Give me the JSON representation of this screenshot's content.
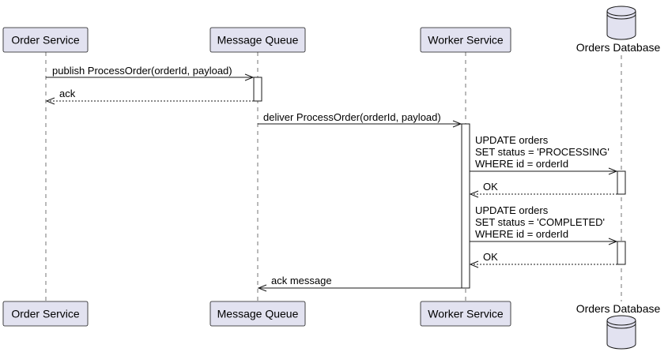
{
  "participants": {
    "order_service": "Order Service",
    "message_queue": "Message Queue",
    "worker_service": "Worker Service",
    "orders_database": "Orders Database"
  },
  "messages": {
    "m1": "publish ProcessOrder(orderId, payload)",
    "m2": "ack",
    "m3": "deliver ProcessOrder(orderId, payload)",
    "m4_line1": "UPDATE orders",
    "m4_line2": "SET status = 'PROCESSING'",
    "m4_line3": "WHERE id = orderId",
    "m5": "OK",
    "m6_line1": "UPDATE orders",
    "m6_line2": "SET status = 'COMPLETED'",
    "m6_line3": "WHERE id = orderId",
    "m7": "OK",
    "m8": "ack message"
  },
  "colors": {
    "participant_fill": "#e2e2f0",
    "line": "#181818"
  }
}
